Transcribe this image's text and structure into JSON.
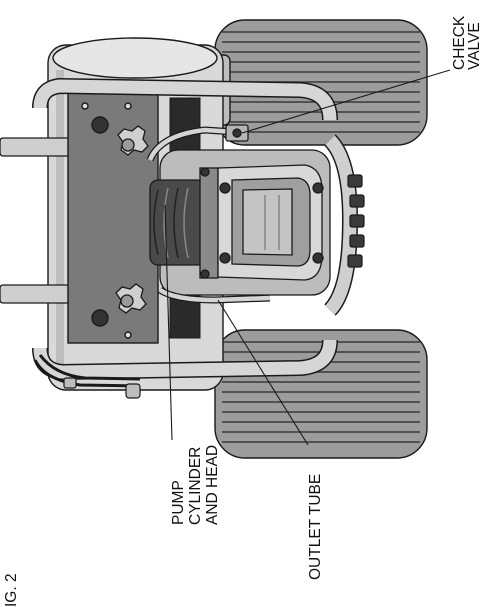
{
  "figure": {
    "number_label": "IG. 2"
  },
  "callouts": {
    "check_valve": [
      "CHECK",
      "VALVE"
    ],
    "pump": [
      "PUMP",
      "CYLINDER",
      "AND HEAD"
    ],
    "outlet_tube": "OUTLET TUBE"
  },
  "colors": {
    "line": "#1a1a1a",
    "light_gray": "#d6d6d6",
    "mid_gray": "#9e9e9e",
    "dark_gray": "#5a5a5a",
    "plate": "#7d7d7d"
  }
}
